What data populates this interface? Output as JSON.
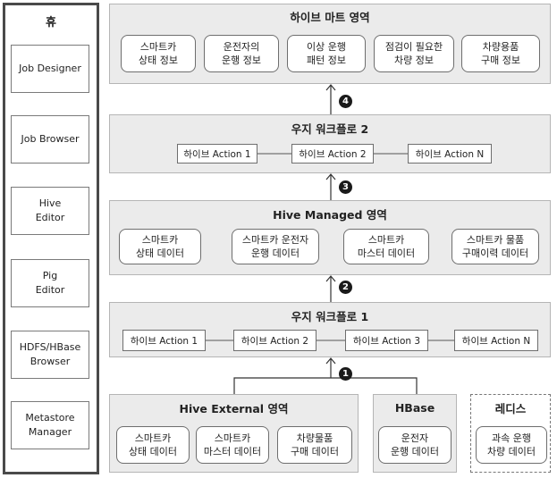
{
  "hue": {
    "title": "휴",
    "items": [
      "Job Designer",
      "Job Browser",
      "Hive\nEditor",
      "Pig\nEditor",
      "HDFS/HBase\nBrowser",
      "Metastore\nManager"
    ]
  },
  "mart": {
    "title": "하이브 마트 영역",
    "boxes": [
      "스마트카\n상태 정보",
      "운전자의\n운행 정보",
      "이상 운행\n패턴 정보",
      "점검이 필요한\n차량 정보",
      "차량용품\n구매 정보"
    ]
  },
  "workflow2": {
    "title": "우지 워크플로 2",
    "actions": [
      "하이브 Action 1",
      "하이브 Action 2",
      "하이브 Action N"
    ]
  },
  "managed": {
    "title": "Hive Managed 영역",
    "boxes": [
      "스마트카\n상태 데이터",
      "스마트카 운전자\n운행 데이터",
      "스마트카\n마스터 데이터",
      "스마트카 물품\n구매이력 데이터"
    ]
  },
  "workflow1": {
    "title": "우지 워크플로 1",
    "actions": [
      "하이브 Action 1",
      "하이브 Action 2",
      "하이브 Action 3",
      "하이브 Action N"
    ]
  },
  "external": {
    "title": "Hive External 영역",
    "boxes": [
      "스마트카\n상태 데이터",
      "스마트카\n마스터 데이터",
      "차량물품\n구매 데이터"
    ]
  },
  "hbase": {
    "title": "HBase",
    "boxes": [
      "운전자\n운행 데이터"
    ]
  },
  "redis": {
    "title": "레디스",
    "boxes": [
      "과속 운행\n차량 데이터"
    ]
  },
  "steps": [
    "1",
    "2",
    "3",
    "4"
  ]
}
